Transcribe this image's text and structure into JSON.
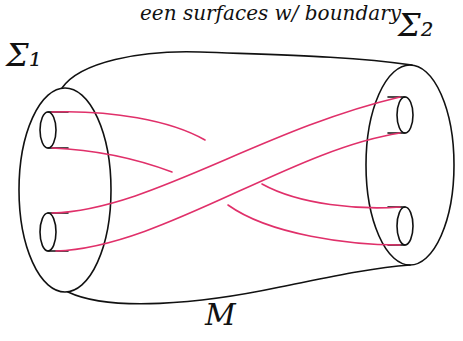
{
  "diagram": {
    "labels": [
      "een surfaces w/ boundary",
      "Σ₁",
      "Σ₂",
      "M"
    ]
  }
}
